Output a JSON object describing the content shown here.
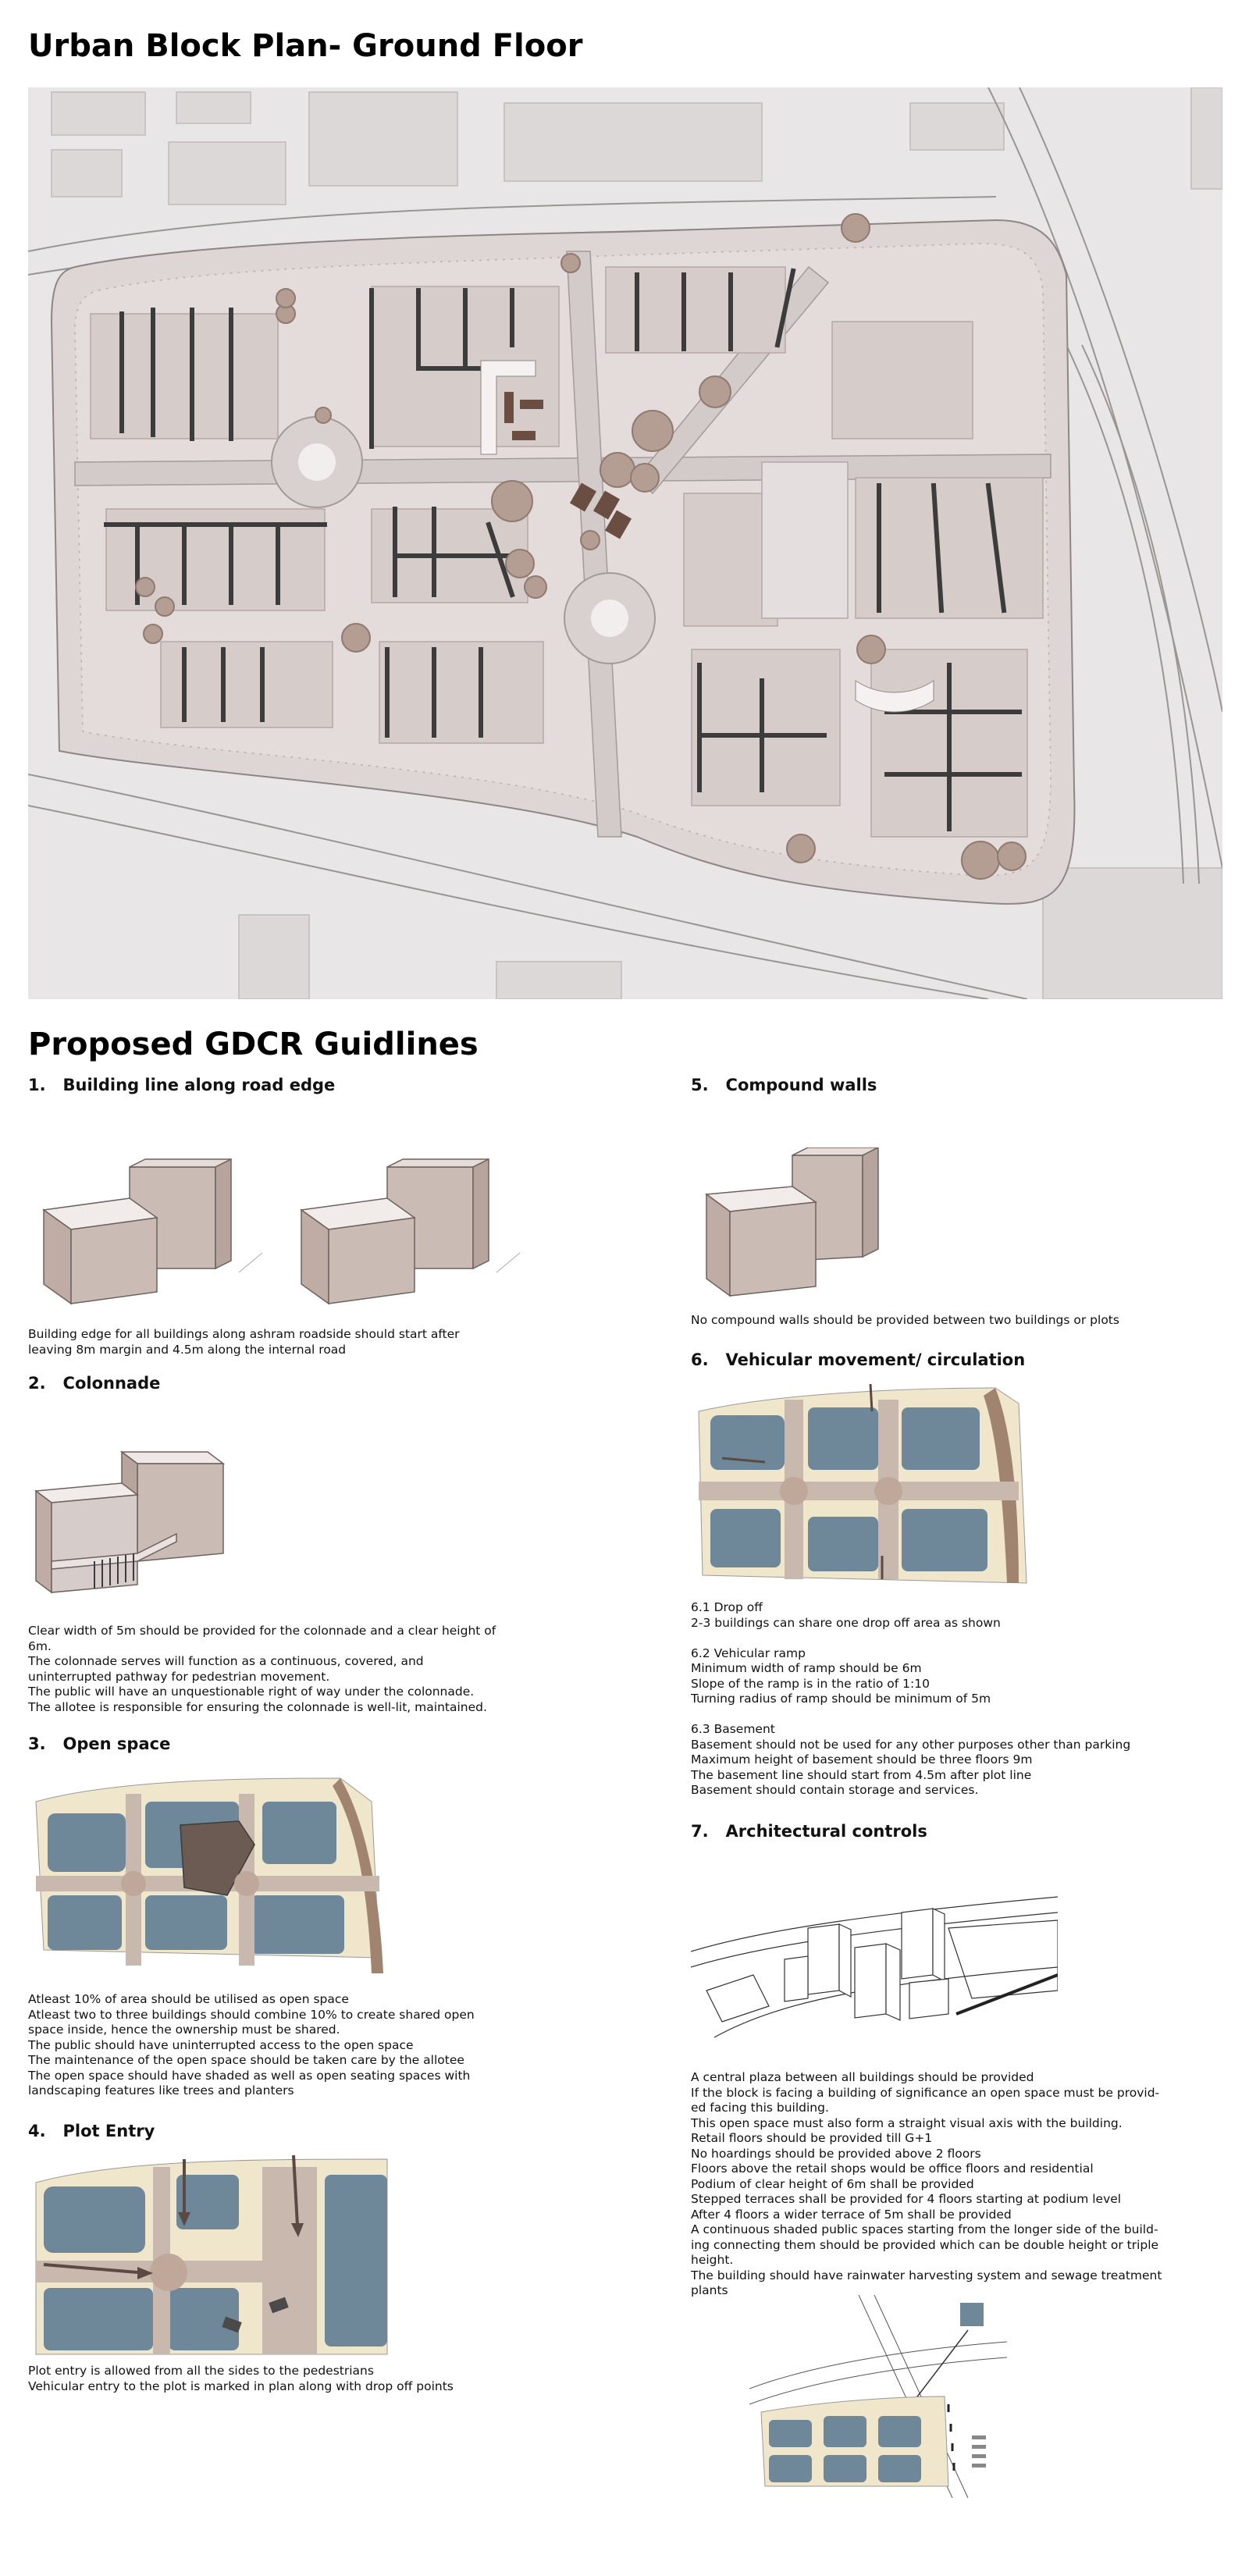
{
  "page": {
    "title": "Urban Block Plan- Ground Floor",
    "guidelines_title": "Proposed GDCR Guidlines"
  },
  "colors": {
    "plan_background": "#e8e6e6",
    "plot_surface": "#ddd6d4",
    "building_fill": "#d6ccca",
    "wall_lines": "#3c3c3c",
    "tree": "#b49d93",
    "box_fill": "#cbbbb5",
    "water_blue": "#6e8899",
    "path_cream": "#efe6cc",
    "road_brown": "#a08470"
  },
  "sections": [
    {
      "number": "1.",
      "title": "Building line along road edge",
      "text": "Building edge for all buildings along ashram roadside should start after\nleaving 8m margin and 4.5m along the internal road"
    },
    {
      "number": "2.",
      "title": "Colonnade",
      "text": "Clear width of 5m should be provided for the colonnade and a clear height of\n6m.\nThe colonnade serves will function as a continuous, covered, and\nuninterrupted pathway for pedestrian movement.\nThe public will have an unquestionable right of way under the colonnade.\nThe allotee is responsible for ensuring the colonnade is well-lit, maintained."
    },
    {
      "number": "3.",
      "title": "Open space",
      "text": "Atleast 10% of area should be utilised as open space\nAtleast two to three buildings should combine 10% to create shared open\nspace inside, hence the ownership must be shared.\nThe public should have uninterrupted access to the open space\nThe maintenance of the open space should be taken care by the allotee\nThe open space should have shaded as well as open seating spaces with\nlandscaping features like trees and planters"
    },
    {
      "number": "4.",
      "title": "Plot Entry",
      "text": "Plot entry is allowed from all the sides to the pedestrians\nVehicular entry to the plot is marked in plan along with drop off points"
    },
    {
      "number": "5.",
      "title": "Compound walls",
      "text": "No compound walls should be provided between two buildings or plots"
    },
    {
      "number": "6.",
      "title": "Vehicular movement/ circulation",
      "text": "6.1    Drop off\n2-3 buildings can share one drop off area as shown\n\n6.2    Vehicular ramp\nMinimum width of ramp should be 6m\nSlope of the ramp is in the ratio of 1:10\nTurning radius of ramp should be minimum of 5m\n\n6.3    Basement\nBasement should not be used for any other purposes other than parking\nMaximum height of basement should be three floors 9m\nThe basement line should start from 4.5m after plot line\nBasement should contain storage and services."
    },
    {
      "number": "7.",
      "title": "Architectural controls",
      "text": "A central plaza between all buildings should be provided\nIf the block is facing a building of significance an open space must be provid-\ned facing this building.\nThis open space must also form a straight visual axis with the building.\nRetail floors should be provided till G+1\nNo hoardings should be provided above 2 floors\nFloors above the retail shops would be office floors and residential\nPodium of clear height of 6m shall be provided\nStepped terraces shall be provided for 4 floors starting at podium level\nAfter 4 floors a wider terrace of 5m shall be provided\nA continuous shaded public spaces starting from the longer side of the build-\ning connecting  them should be provided which can be double height or triple\nheight.\nThe building should have rainwater harvesting system and sewage treatment\nplants"
    }
  ],
  "icons": {
    "north": "north-arrow-icon",
    "tree": "tree-icon"
  }
}
